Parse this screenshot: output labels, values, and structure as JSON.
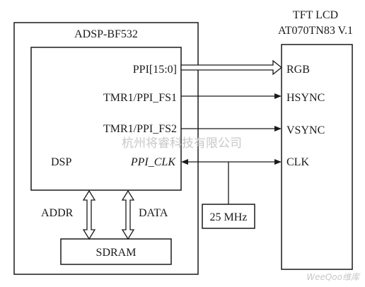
{
  "colors": {
    "ink": "#1a1a1a",
    "watermark": "#c8c8c8"
  },
  "outer_block": {
    "title": "ADSP-BF532"
  },
  "dsp_block": {
    "label": "DSP",
    "pins": {
      "ppi": "PPI[15:0]",
      "fs1": "TMR1/PPI_FS1",
      "fs2": "TMR1/PPI_FS2",
      "clk": "PPI_CLK"
    }
  },
  "sdram": {
    "label": "SDRAM",
    "addr_label": "ADDR",
    "data_label": "DATA"
  },
  "lcd": {
    "title_line1": "TFT LCD",
    "title_line2": "AT070TN83 V.1",
    "pins": {
      "rgb": "RGB",
      "hsync": "HSYNC",
      "vsync": "VSYNC",
      "clk": "CLK"
    }
  },
  "oscillator": {
    "label": "25 MHz"
  },
  "watermarks": {
    "center": "杭州将睿科技有限公司",
    "corner": "WeeQoo维库"
  }
}
